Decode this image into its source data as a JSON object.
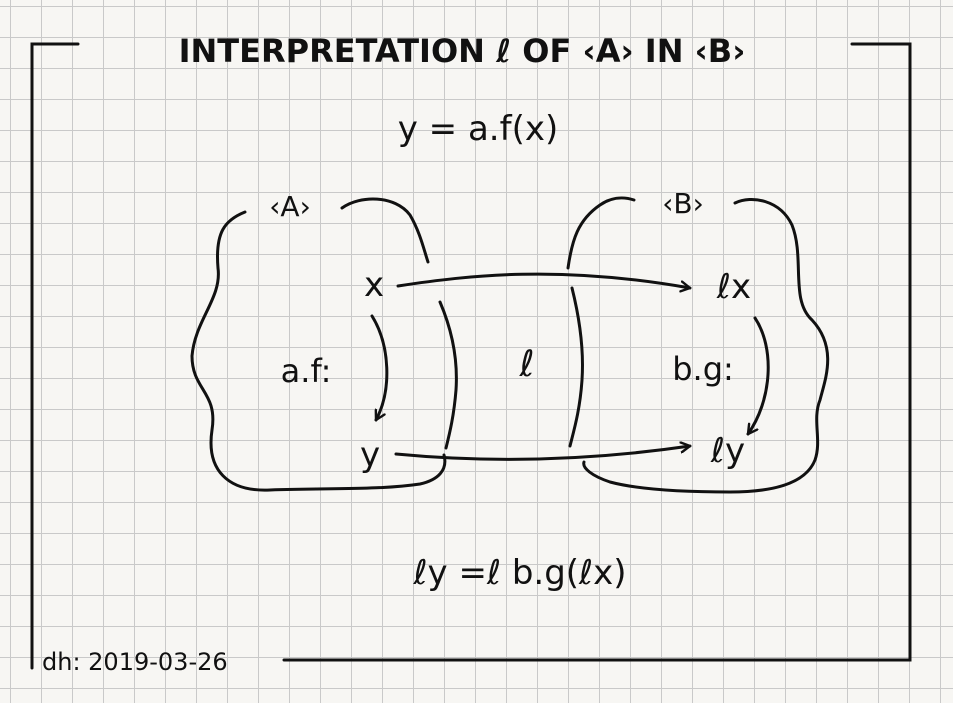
{
  "title": "INTERPRETATION ℓ OF ‹A› IN ‹B›",
  "equation_top": "y = a.f(x)",
  "group_a": {
    "label": "‹A›",
    "node_x": "x",
    "node_y": "y",
    "arrow_label": "a.f:"
  },
  "group_b": {
    "label": "‹B›",
    "node_x": "ℓx",
    "node_y": "ℓy",
    "arrow_label": "b.g:"
  },
  "interpretation_symbol": "ℓ",
  "equation_bottom": "ℓy =ℓ b.g(ℓx)",
  "signature": "dh: 2019-03-26"
}
